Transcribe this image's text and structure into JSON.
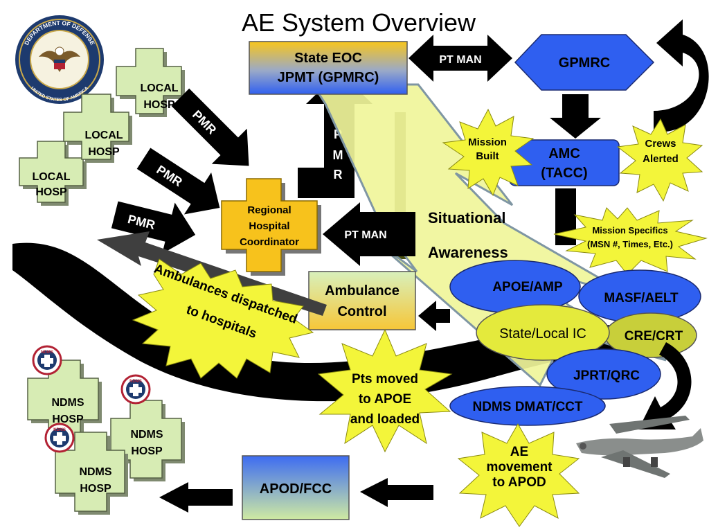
{
  "title": "AE System Overview",
  "nodes": {
    "state_eoc": {
      "line1": "State EOC",
      "line2": "JPMT (GPMRC)"
    },
    "gpmrc": "GPMRC",
    "amc": {
      "line1": "AMC",
      "line2": "(TACC)"
    },
    "regional": {
      "line1": "Regional",
      "line2": "Hospital",
      "line3": "Coordinator"
    },
    "ambulance": {
      "line1": "Ambulance",
      "line2": "Control"
    },
    "apod": "APOD/FCC"
  },
  "local_hosp": [
    {
      "line1": "LOCAL",
      "line2": "HOSP"
    },
    {
      "line1": "LOCAL",
      "line2": "HOSP"
    },
    {
      "line1": "LOCAL",
      "line2": "HOSP"
    }
  ],
  "ndms_hosp": [
    {
      "line1": "NDMS",
      "line2": "HOSP"
    },
    {
      "line1": "NDMS",
      "line2": "HOSP"
    },
    {
      "line1": "NDMS",
      "line2": "HOSP"
    }
  ],
  "ndms_badge": "NDMS",
  "arrow_labels": {
    "pt_man_top": "PT MAN",
    "pt_man_mid": "PT MAN",
    "pmr_1": "PMR",
    "pmr_2": "PMR",
    "pmr_3": "PMR",
    "pmr_vert": [
      "P",
      "M",
      "R"
    ]
  },
  "bursts": {
    "mission_built": {
      "line1": "Mission",
      "line2": "Built"
    },
    "crews_alerted": {
      "line1": "Crews",
      "line2": "Alerted"
    },
    "mission_specifics": {
      "line1": "Mission Specifics",
      "line2": "(MSN #, Times, Etc.)"
    },
    "ambulances": {
      "line1": "Ambulances dispatched",
      "line2": "to hospitals"
    },
    "pts_moved": {
      "line1": "Pts moved",
      "line2": "to APOE",
      "line3": "and loaded"
    },
    "ae_movement": {
      "line1": "AE",
      "line2": "movement",
      "line3": "to APOD"
    }
  },
  "situational": {
    "line1": "Situational",
    "line2": "Awareness"
  },
  "ovals": {
    "apoe": "APOE/AMP",
    "masf": "MASF/AELT",
    "state_local": "State/Local IC",
    "cre": "CRE/CRT",
    "jprt": "JPRT/QRC",
    "ndms_dmat": "NDMS DMAT/CCT"
  },
  "seal": {
    "top": "DEPARTMENT OF DEFENSE",
    "bottom": "UNITED STATES OF AMERICA"
  },
  "colors": {
    "blue": "#2f5ff0",
    "hosp_green": "#d7ecb4",
    "burst_yellow": "#f3f53a",
    "olive": "#c8cf3a",
    "orange": "#f7c21c",
    "steel": "#7f96a3"
  }
}
